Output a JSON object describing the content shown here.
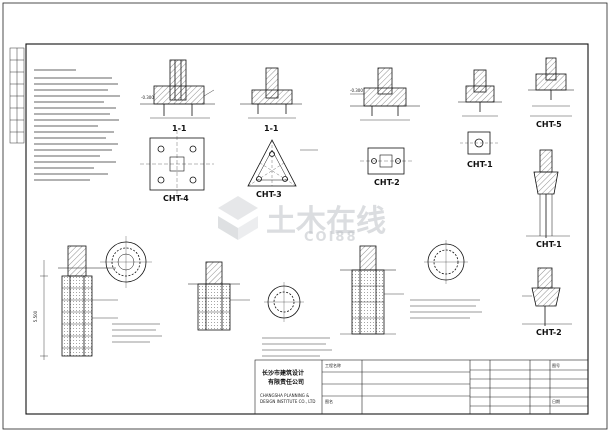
{
  "watermark": {
    "cn": "土木在线",
    "en": "COI88",
    "icon": "diamond-logo-icon"
  },
  "captions": {
    "cap1": "1-1",
    "cap2": "1-1",
    "cap3": "CHT-4",
    "cap4": "CHT-3",
    "cap5": "CHT-2",
    "cap6": "CHT-1",
    "cap7": "CHT-5",
    "cap8": "CHT-1",
    "cap9": "CHT-2"
  },
  "labels": {
    "elev1": "-0.300",
    "elev2": "-0.300",
    "dim_left": "5.500"
  },
  "title_block": {
    "company_cn_1": "长沙市建筑设计",
    "company_cn_2": "有限责任公司",
    "company_en_1": "CHANGSHA PLANNING &",
    "company_en_2": "DESIGN INSTITUTE CO., LTD",
    "project_label": "工程名称",
    "drawing_label": "图名",
    "drawing_no_label": "图号",
    "date_label": "日期"
  },
  "colors": {
    "line": "#111111",
    "hatch": "#555555",
    "grid": "#888888"
  }
}
